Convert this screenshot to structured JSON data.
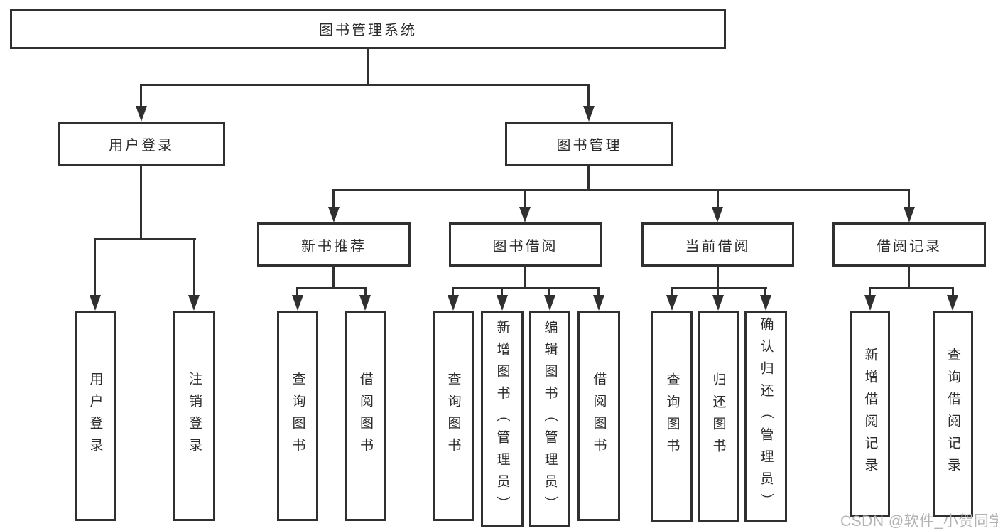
{
  "diagram": {
    "root": {
      "label": "图书管理系统"
    },
    "level2": [
      {
        "label": "用户登录"
      },
      {
        "label": "图书管理"
      }
    ],
    "level3": [
      {
        "label": "新书推荐"
      },
      {
        "label": "图书借阅"
      },
      {
        "label": "当前借阅"
      },
      {
        "label": "借阅记录"
      }
    ],
    "leaves": {
      "login": [
        "用户登录",
        "注销登录"
      ],
      "new_books": [
        "查询图书",
        "借阅图书"
      ],
      "book_borrow": [
        "查询图书",
        "新增图书（管理员）",
        "编辑图书（管理员）",
        "借阅图书"
      ],
      "current_borrow": [
        "查询图书",
        "归还图书",
        "确认归还（管理员）"
      ],
      "borrow_records": [
        "新增借阅记录",
        "查询借阅记录"
      ]
    }
  },
  "watermark": "CSDN @软件_小贺同学",
  "colors": {
    "line": "#303030",
    "text": "#2b2b2b",
    "watermark": "#b3b3b3",
    "background": "#ffffff"
  }
}
